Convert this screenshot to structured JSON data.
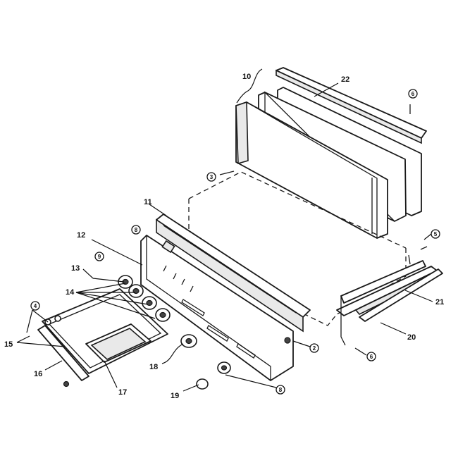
{
  "callouts": [
    {
      "id": "c10",
      "label": "10"
    },
    {
      "id": "c22",
      "label": "22"
    },
    {
      "id": "c11",
      "label": "11"
    },
    {
      "id": "c12",
      "label": "12"
    },
    {
      "id": "c13",
      "label": "13"
    },
    {
      "id": "c14",
      "label": "14"
    },
    {
      "id": "c15",
      "label": "15"
    },
    {
      "id": "c16",
      "label": "16"
    },
    {
      "id": "c17",
      "label": "17"
    },
    {
      "id": "c18",
      "label": "18"
    },
    {
      "id": "c19",
      "label": "19"
    },
    {
      "id": "c20",
      "label": "20"
    },
    {
      "id": "c21",
      "label": "21"
    }
  ],
  "circled": [
    {
      "id": "k1",
      "label": "6"
    },
    {
      "id": "k2",
      "label": "3"
    },
    {
      "id": "k3",
      "label": "8"
    },
    {
      "id": "k4",
      "label": "9"
    },
    {
      "id": "k5",
      "label": "4"
    },
    {
      "id": "k6",
      "label": "5"
    },
    {
      "id": "k7",
      "label": "2"
    },
    {
      "id": "k8",
      "label": "6"
    },
    {
      "id": "k9",
      "label": "8"
    }
  ]
}
